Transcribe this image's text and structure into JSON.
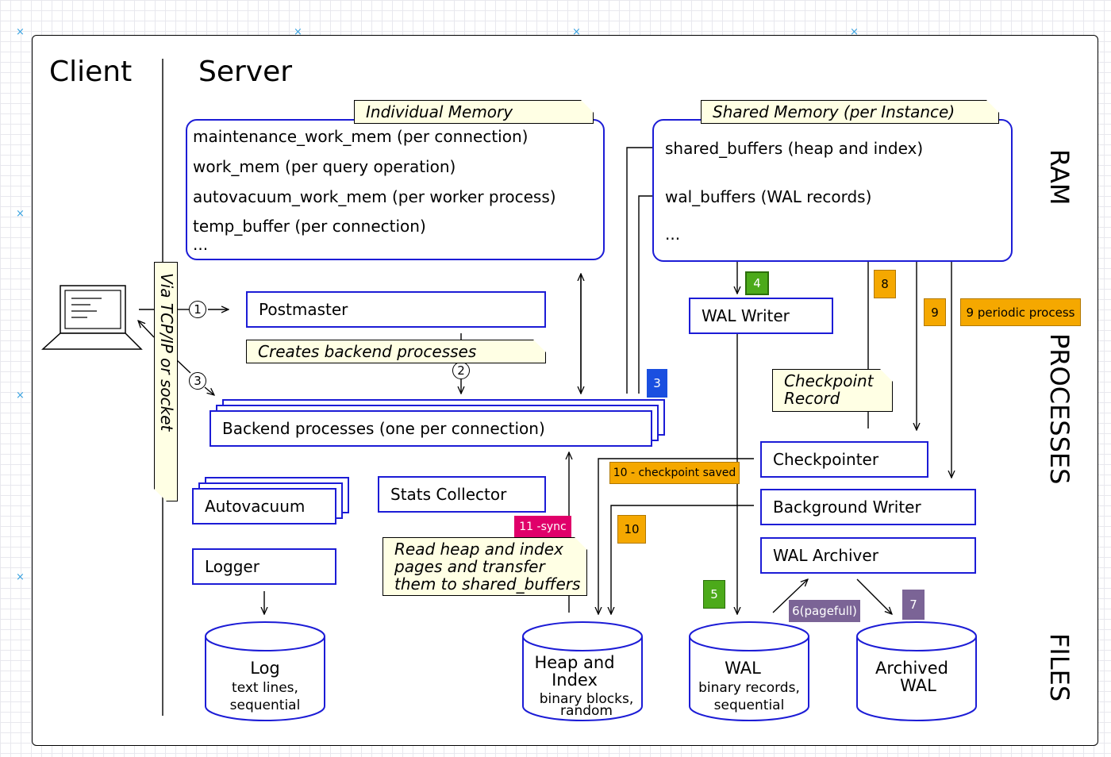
{
  "header": {
    "client": "Client",
    "server": "Server"
  },
  "side_labels": {
    "ram": "RAM",
    "processes": "PROCESSES",
    "files": "FILES"
  },
  "individual_memory": {
    "title": "Individual Memory",
    "items": [
      "maintenance_work_mem (per connection)",
      "work_mem (per query operation)",
      "autovacuum_work_mem (per worker process)",
      "temp_buffer (per connection)",
      "..."
    ]
  },
  "shared_memory": {
    "title": "Shared Memory (per Instance)",
    "items": [
      "shared_buffers (heap and index)",
      "wal_buffers (WAL records)",
      "..."
    ]
  },
  "tcp_label": "Via TCP/IP or socket",
  "processes": {
    "postmaster": "Postmaster",
    "backend": "Backend processes (one per connection)",
    "autovacuum": "Autovacuum",
    "stats_collector": "Stats Collector",
    "logger": "Logger",
    "wal_writer": "WAL Writer",
    "checkpointer": "Checkpointer",
    "background_writer": "Background Writer",
    "wal_archiver": "WAL Archiver"
  },
  "notes": {
    "creates_backend": "Creates backend processes",
    "checkpoint_record": [
      "Checkpoint",
      "Record"
    ],
    "read_heap": [
      "Read heap and index",
      "pages and transfer",
      "them to shared_buffers"
    ]
  },
  "step_numbers": {
    "one": "1",
    "two": "2",
    "three": "3"
  },
  "badges": {
    "b3": "3",
    "b4": "4",
    "b5": "5",
    "b6": "6(pagefull)",
    "b7": "7",
    "b8": "8",
    "b9": "9",
    "b9_periodic": "9 periodic process",
    "b10": "10",
    "b10_saved": "10 - checkpoint saved",
    "b11": "11 -sync"
  },
  "files": {
    "log": {
      "title": "Log",
      "sub1": "text lines,",
      "sub2": "sequential"
    },
    "heap": {
      "title1": "Heap and",
      "title2": "Index",
      "sub1": "binary blocks,",
      "sub2": "random"
    },
    "wal": {
      "title": "WAL",
      "sub1": "binary records,",
      "sub2": "sequential"
    },
    "archived": {
      "title1": "Archived",
      "title2": "WAL"
    }
  },
  "colors": {
    "box_border": "#1c1cd6",
    "note_fill": "#ffffe4",
    "orange": "#f5a800",
    "green": "#4caa1a",
    "blue": "#1a4fe0",
    "purple": "#7b6496",
    "magenta": "#e0006a"
  }
}
